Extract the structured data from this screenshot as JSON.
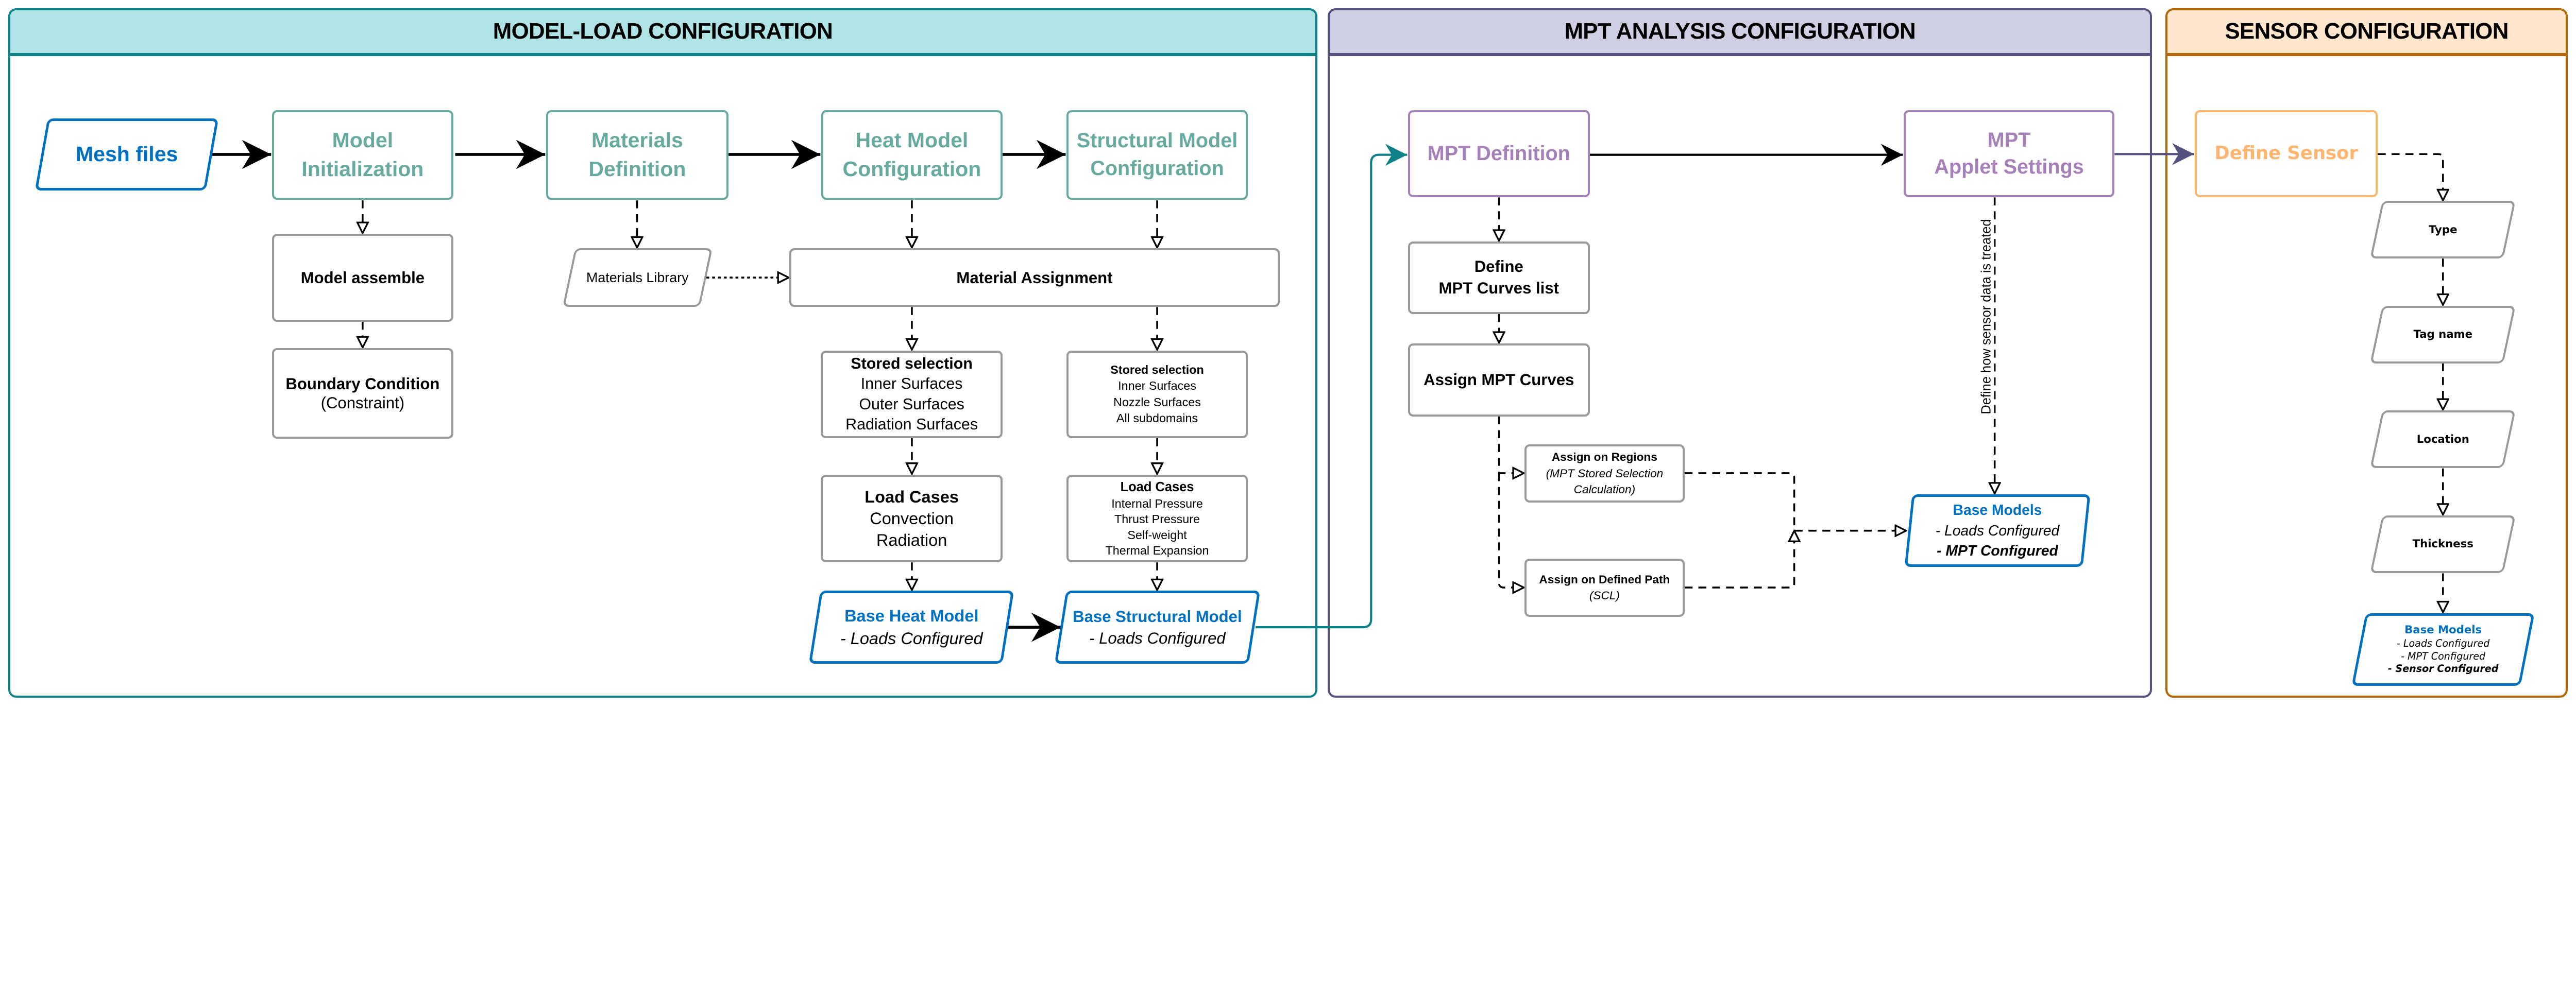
{
  "colors": {
    "model_load_header": "#B0E3E6",
    "model_load_border": "#0E8088",
    "mpt_header": "#D0CEE2",
    "mpt_border": "#56517E",
    "sensor_header": "#FFE6CC",
    "sensor_border": "#B46504",
    "green_node": "#67AB9F",
    "purple_node": "#A680B8",
    "orange_node": "#FFB570",
    "base_model_blue": "#0070C0",
    "box_gray": "#999999"
  },
  "model_load": {
    "title": "MODEL-LOAD CONFIGURATION",
    "mesh_files": "Mesh files",
    "model_initialization": [
      "Model",
      "Initialization"
    ],
    "materials_definition": [
      "Materials",
      "Definition"
    ],
    "heat_model_configuration": [
      "Heat Model",
      "Configuration"
    ],
    "structural_model_configuration": [
      "Structural Model",
      "Configuration"
    ],
    "model_assemble": "Model assemble",
    "boundary_condition": {
      "title": "Boundary Condition",
      "sub": "(Constraint)"
    },
    "materials_library": "Materials Library",
    "material_assignment": "Material Assignment",
    "heat_stored_selection": {
      "title": "Stored selection",
      "items": [
        "Inner Surfaces",
        "Outer Surfaces",
        "Radiation Surfaces"
      ]
    },
    "structural_stored_selection": {
      "title": "Stored selection",
      "items": [
        "Inner Surfaces",
        "Nozzle Surfaces",
        "All subdomains"
      ]
    },
    "heat_load_cases": {
      "title": "Load Cases",
      "items": [
        "Convection",
        "Radiation"
      ]
    },
    "structural_load_cases": {
      "title": "Load Cases",
      "items": [
        "Internal Pressure",
        "Thrust Pressure",
        "Self-weight",
        "Thermal Expansion"
      ]
    },
    "base_heat_model": {
      "title": "Base Heat Model",
      "sub": "- Loads Configured"
    },
    "base_structural_model": {
      "title": "Base Structural Model",
      "sub": "- Loads Configured"
    }
  },
  "mpt": {
    "title": "MPT ANALYSIS CONFIGURATION",
    "mpt_definition": "MPT Definition",
    "mpt_applet_settings": [
      "MPT",
      "Applet Settings"
    ],
    "define_curves_list": [
      "Define",
      "MPT Curves list"
    ],
    "assign_curves": "Assign MPT Curves",
    "assign_on_regions": {
      "title": "Assign on Regions",
      "sub": [
        "(MPT Stored Selection",
        "Calculation)"
      ]
    },
    "assign_on_path": {
      "title": "Assign on Defined Path",
      "sub": "(SCL)"
    },
    "edge_label": "Define how sensor data is treated",
    "base_models": {
      "title": "Base Models",
      "items": [
        "- Loads Configured",
        "- MPT Configured"
      ]
    }
  },
  "sensor": {
    "title": "SENSOR CONFIGURATION",
    "define_sensor": "Define Sensor",
    "steps": [
      "Type",
      "Tag name",
      "Location",
      "Thickness"
    ],
    "base_models": {
      "title": "Base Models",
      "items": [
        "- Loads Configured",
        "- MPT Configured",
        "- Sensor Configured"
      ]
    }
  }
}
